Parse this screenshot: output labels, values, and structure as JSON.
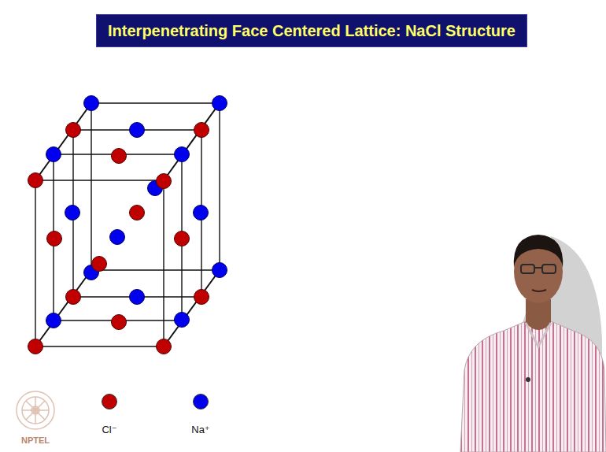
{
  "diagram": {
    "title": "Interpenetrating Face Centered Lattice: NaCl Structure",
    "labels": [
      "NPTEL"
    ],
    "legend": [
      {
        "text": "Cl⁻",
        "color": "#c00000"
      },
      {
        "text": "Na⁺",
        "color": "#0000ee"
      }
    ]
  }
}
